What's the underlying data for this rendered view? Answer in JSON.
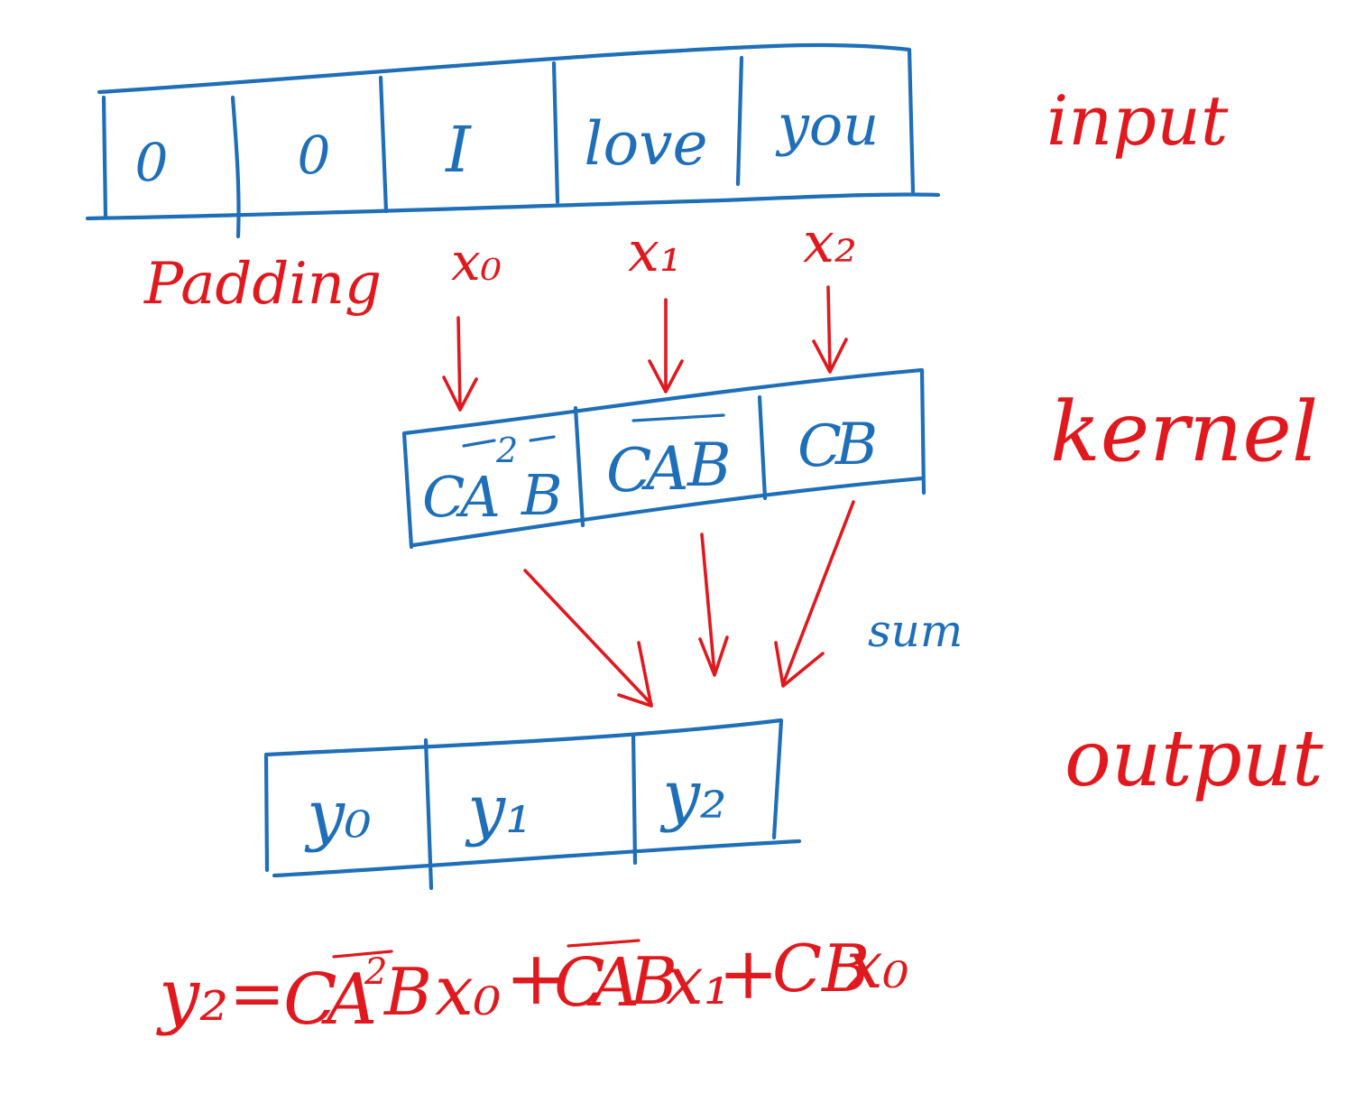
{
  "input": {
    "label": "input",
    "cells": [
      "0",
      "0",
      "I",
      "love",
      "you"
    ]
  },
  "annotations": {
    "padding": "Padding",
    "x0": "x₀",
    "x1": "x₁",
    "x2": "x₂"
  },
  "kernel": {
    "label": "kernel",
    "cells": [
      {
        "pre": "C",
        "mid": "A",
        "sup": "2",
        "post": "B"
      },
      {
        "pre": "C",
        "mid": "A",
        "sup": "",
        "post": "B"
      },
      {
        "pre": "C",
        "mid": "",
        "sup": "",
        "post": "B"
      }
    ]
  },
  "sum_label": "sum",
  "output": {
    "label": "output",
    "cells": [
      "y₀",
      "y₁",
      "y₂"
    ]
  },
  "equation": {
    "lhs": "y₂",
    "eq": "=",
    "t1_pre": "C",
    "t1_mid": "A",
    "t1_sup": "2",
    "t1_post": "B",
    "t1_var": "x₀",
    "plus1": "+",
    "t2_pre": "C",
    "t2_mid": "A",
    "t2_post": "B",
    "t2_var": "x₁",
    "plus2": "+",
    "t3": "CB",
    "t3_var": "x₀"
  },
  "colors": {
    "blue": "#1f6fb8",
    "red": "#e0191e",
    "background": "#ffffff"
  }
}
